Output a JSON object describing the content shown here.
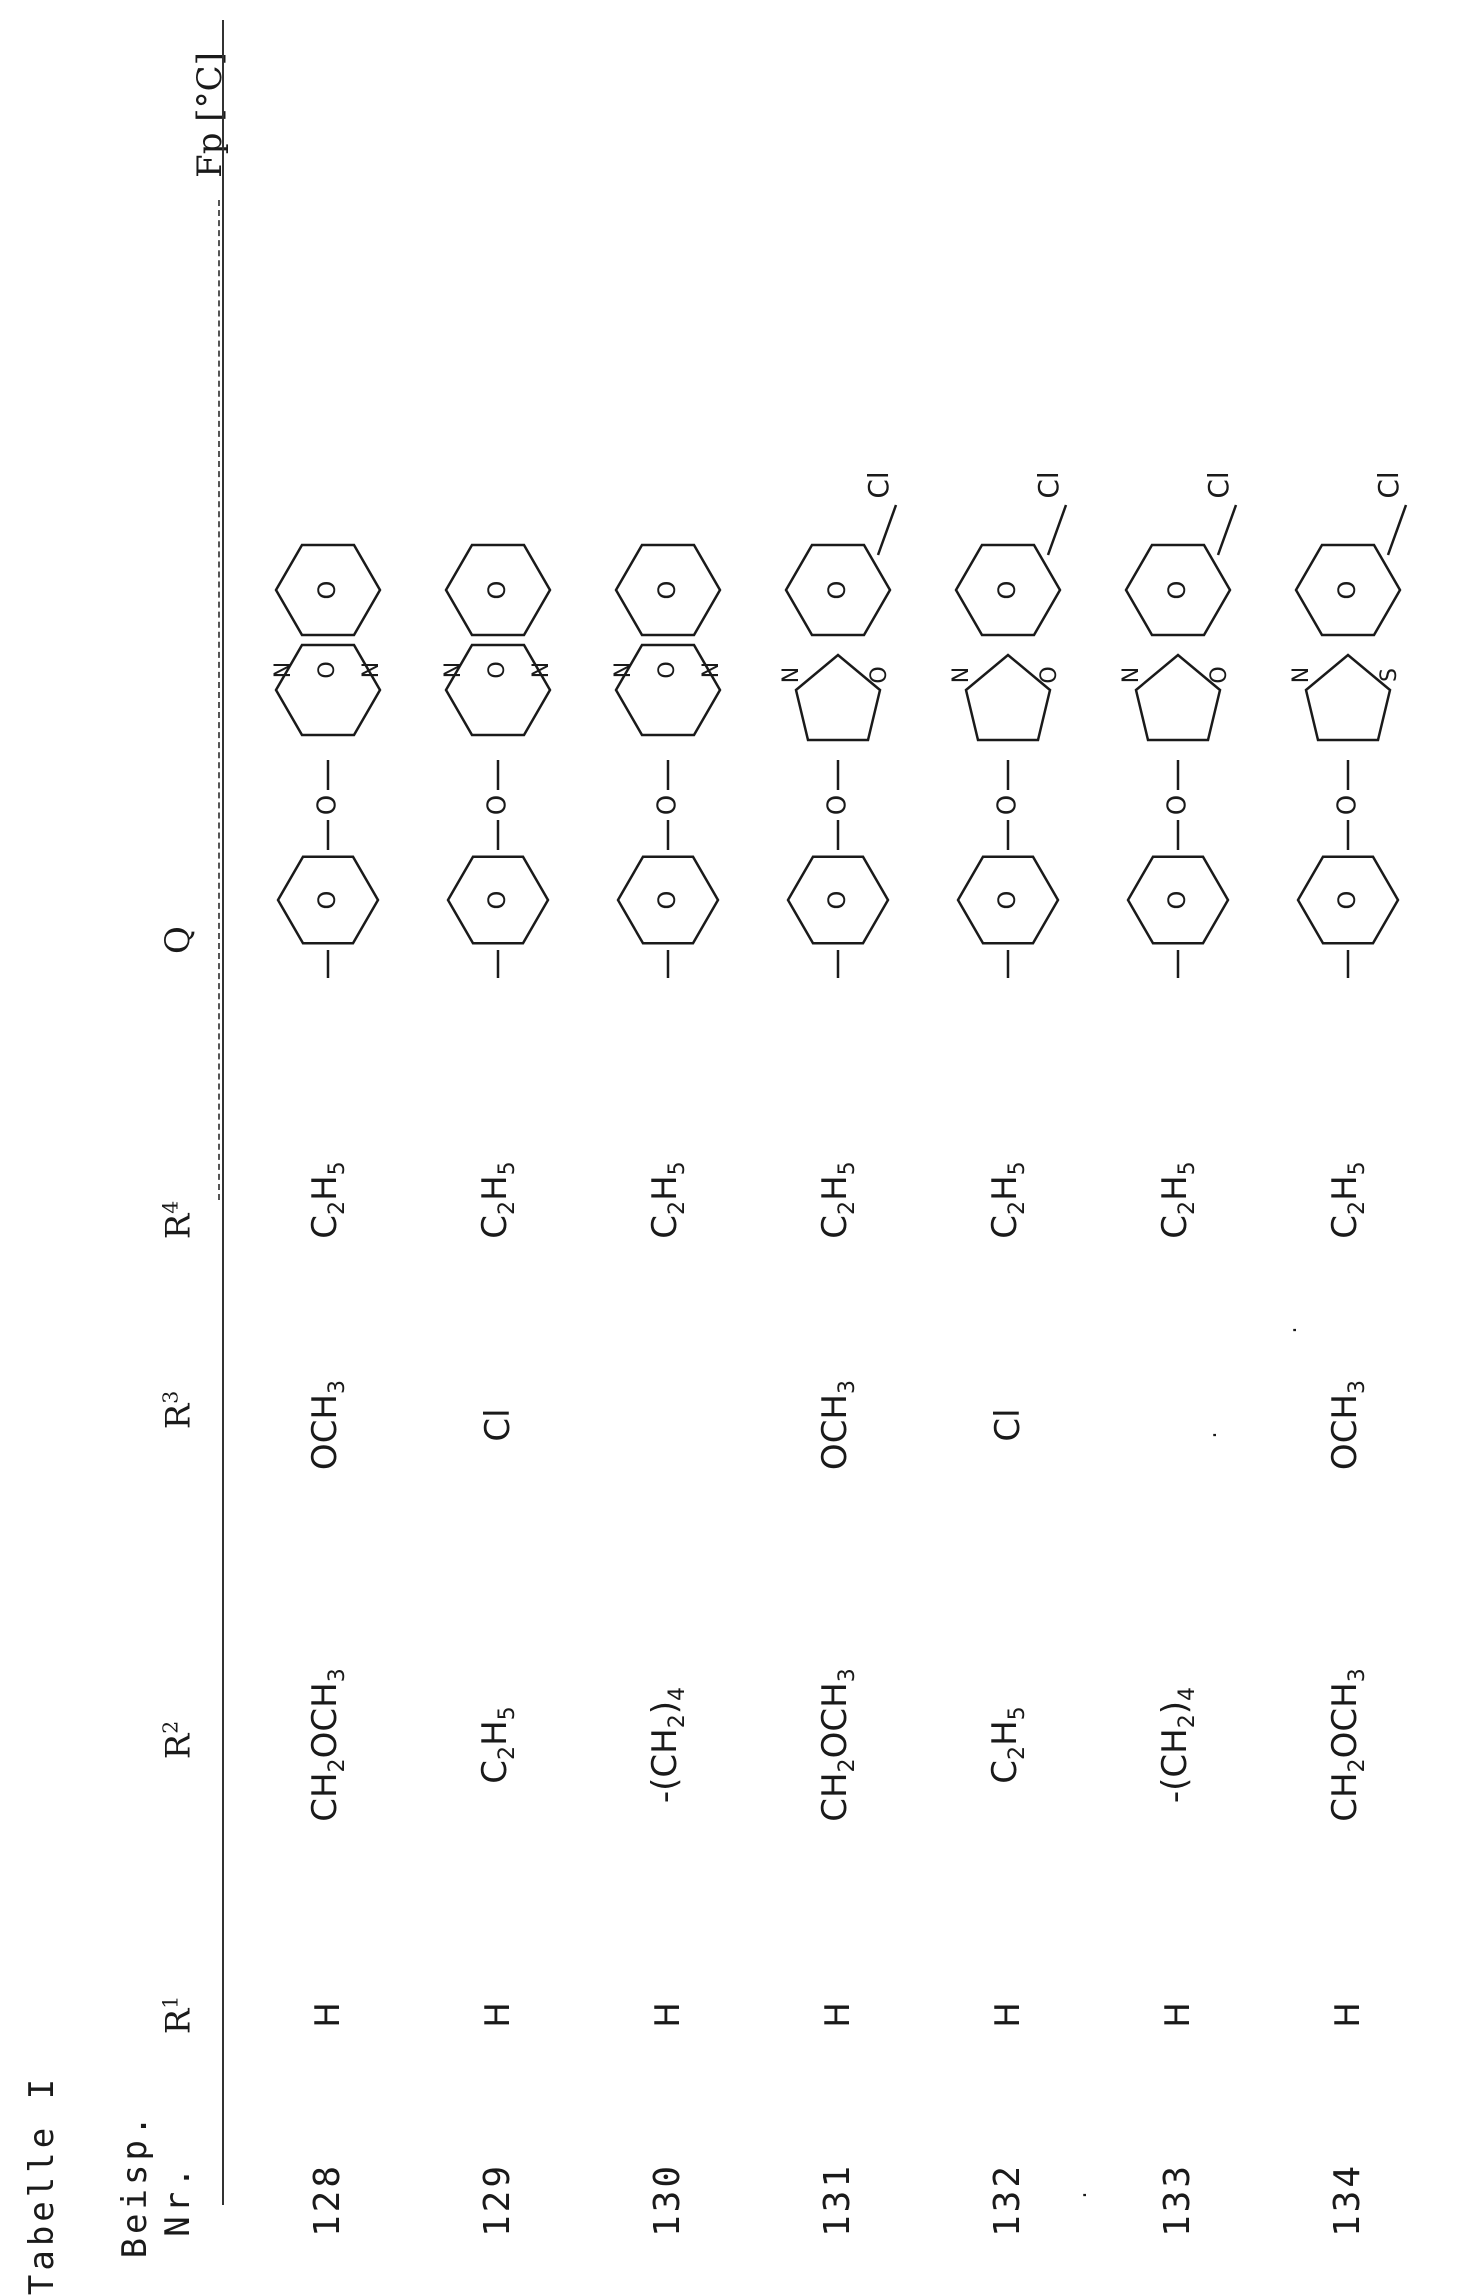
{
  "title": "Tabelle I",
  "columns": {
    "beisp_top": "Beisp.",
    "beisp_bottom": "Nr.",
    "r1": "R1",
    "r2": "R2",
    "r3": "R3",
    "r4": "R4",
    "q": "Q",
    "fp": "Fp [°C]"
  },
  "rows": [
    {
      "nr": "128",
      "r1": "H",
      "r2": "CH2OCH3",
      "r3": "OCH3",
      "r4": "C2H5",
      "q_structure": "phenyl-O-quinoxaline",
      "fp": ""
    },
    {
      "nr": "129",
      "r1": "H",
      "r2": "C2H5",
      "r3": "Cl",
      "r4": "C2H5",
      "q_structure": "phenyl-O-quinoxaline",
      "fp": ""
    },
    {
      "nr": "130",
      "r1": "H",
      "r2": "-(CH2)4",
      "r3": "",
      "r4": "C2H5",
      "q_structure": "phenyl-O-quinoxaline",
      "fp": ""
    },
    {
      "nr": "131",
      "r1": "H",
      "r2": "CH2OCH3",
      "r3": "OCH3",
      "r4": "C2H5",
      "q_structure": "phenyl-O-chlorobenzoxazole",
      "fp": ""
    },
    {
      "nr": "132",
      "r1": "H",
      "r2": "C2H5",
      "r3": "Cl",
      "r4": "C2H5",
      "q_structure": "phenyl-O-chlorobenzoxazole",
      "fp": ""
    },
    {
      "nr": "133",
      "r1": "H",
      "r2": "-(CH2)4",
      "r3": "",
      "r4": "C2H5",
      "q_structure": "phenyl-O-chlorobenzoxazole",
      "fp": ""
    },
    {
      "nr": "134",
      "r1": "H",
      "r2": "CH2OCH3",
      "r3": "OCH3",
      "r4": "C2H5",
      "q_structure": "phenyl-O-chlorobenzothiazole",
      "fp": ""
    }
  ],
  "glyphs": {
    "ring_o": "O",
    "bridge_o": "O",
    "n": "N",
    "s": "S",
    "cl": "Cl"
  }
}
